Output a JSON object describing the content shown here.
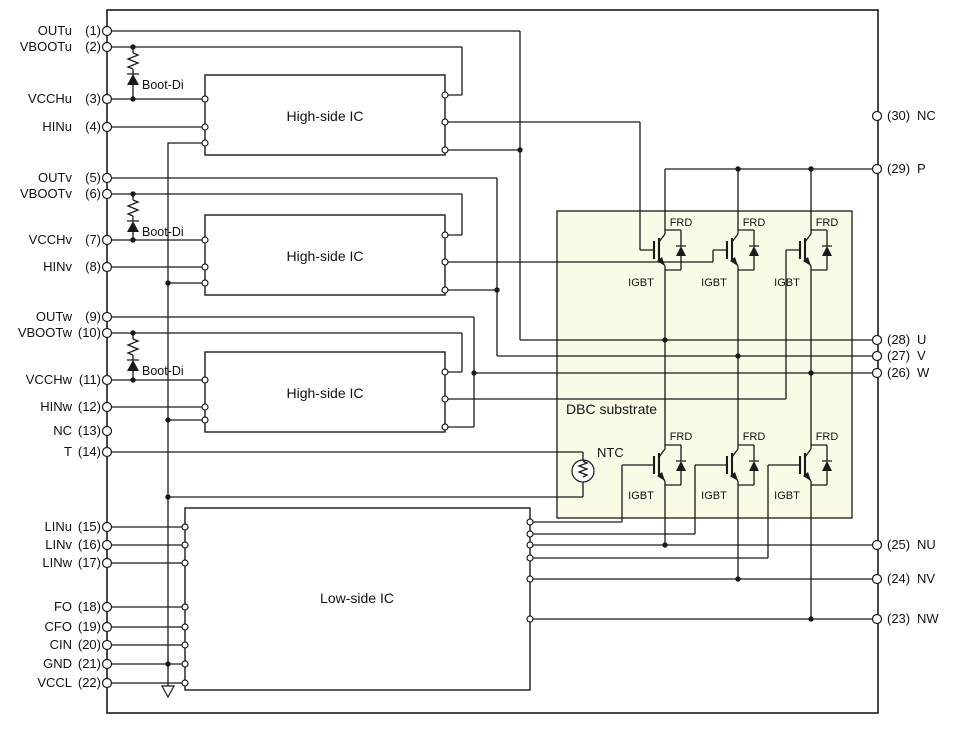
{
  "diagram": {
    "colors": {
      "line": "#1a1a1a",
      "dbc_fill": "#fafae6",
      "background": "#ffffff"
    },
    "blocks": {
      "high_side_ic": "High-side IC",
      "low_side_ic": "Low-side IC",
      "dbc": "DBC substrate",
      "ntc": "NTC",
      "boot_di": "Boot-Di",
      "frd": "FRD",
      "igbt": "IGBT"
    },
    "left_pins": [
      {
        "name": "OUTu",
        "num": "(1)"
      },
      {
        "name": "VBOOTu",
        "num": "(2)"
      },
      {
        "name": "VCCHu",
        "num": "(3)"
      },
      {
        "name": "HINu",
        "num": "(4)"
      },
      {
        "name": "OUTv",
        "num": "(5)"
      },
      {
        "name": "VBOOTv",
        "num": "(6)"
      },
      {
        "name": "VCCHv",
        "num": "(7)"
      },
      {
        "name": "HINv",
        "num": "(8)"
      },
      {
        "name": "OUTw",
        "num": "(9)"
      },
      {
        "name": "VBOOTw",
        "num": "(10)"
      },
      {
        "name": "VCCHw",
        "num": "(11)"
      },
      {
        "name": "HINw",
        "num": "(12)"
      },
      {
        "name": "NC",
        "num": "(13)"
      },
      {
        "name": "T",
        "num": "(14)"
      },
      {
        "name": "LINu",
        "num": "(15)"
      },
      {
        "name": "LINv",
        "num": "(16)"
      },
      {
        "name": "LINw",
        "num": "(17)"
      },
      {
        "name": "FO",
        "num": "(18)"
      },
      {
        "name": "CFO",
        "num": "(19)"
      },
      {
        "name": "CIN",
        "num": "(20)"
      },
      {
        "name": "GND",
        "num": "(21)"
      },
      {
        "name": "VCCL",
        "num": "(22)"
      }
    ],
    "right_pins": [
      {
        "num": "(30)",
        "name": "NC"
      },
      {
        "num": "(29)",
        "name": "P"
      },
      {
        "num": "(28)",
        "name": "U"
      },
      {
        "num": "(27)",
        "name": "V"
      },
      {
        "num": "(26)",
        "name": "W"
      },
      {
        "num": "(25)",
        "name": "NU"
      },
      {
        "num": "(24)",
        "name": "NV"
      },
      {
        "num": "(23)",
        "name": "NW"
      }
    ]
  }
}
